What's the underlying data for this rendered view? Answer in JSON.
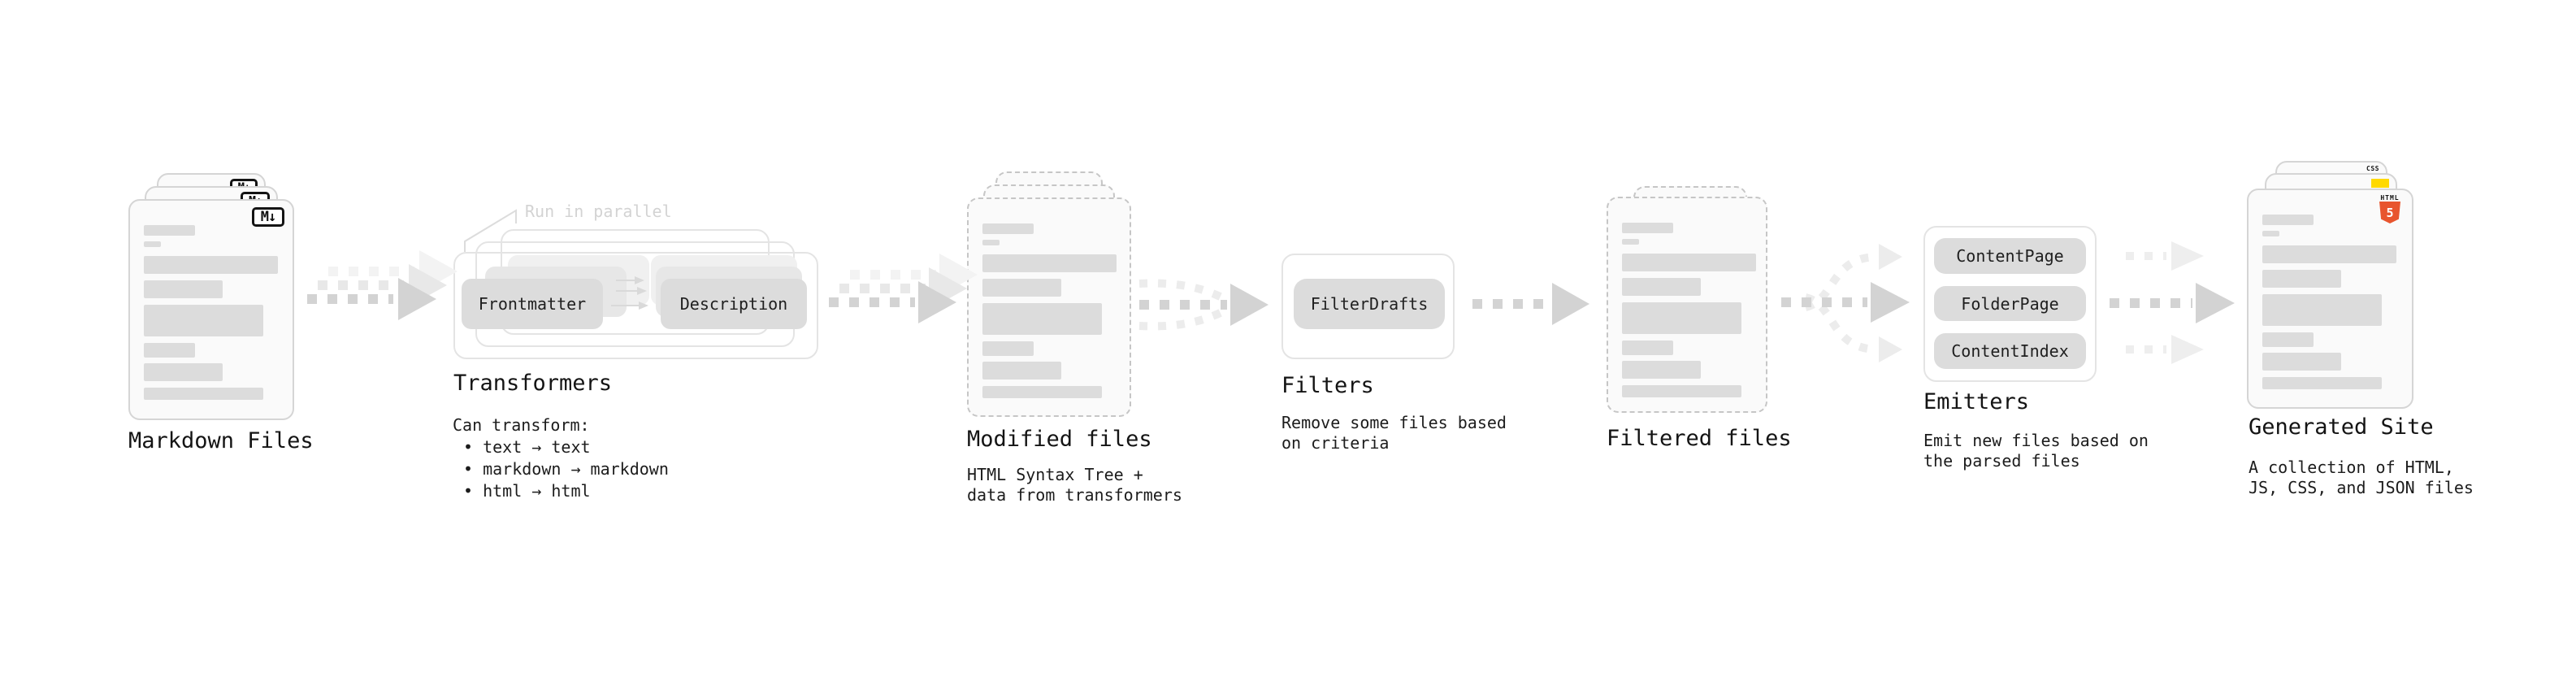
{
  "palette": {
    "background": "#ffffff",
    "card_bg": "#fafafa",
    "card_border": "#d5d5d5",
    "dashed_border": "#c6c6c6",
    "skeleton_bar": "#dcdcdc",
    "box_bg": "#dcdcdc",
    "box_ghost1": "#e7e7e7",
    "box_ghost2": "#f0f0f0",
    "outline_border": "#e4e4e4",
    "arrow_dark": "#d3d3d3",
    "arrow_light": "#ececec",
    "arrow_lighter": "#f3f3f3",
    "heading_text": "#141414",
    "body_text": "#1c1c1c",
    "note_text": "#d3d3d3",
    "html5_orange": "#e8552e",
    "js_yellow": "#ffd900",
    "css_blue": "#2b6cf0"
  },
  "markdown": {
    "label": "Markdown Files",
    "icon": "M↓"
  },
  "transformers": {
    "heading": "Transformers",
    "note": "Run in parallel",
    "boxes": [
      "Frontmatter",
      "Description"
    ],
    "desc_title": "Can transform:",
    "bullets": [
      "• text → text",
      "• markdown → markdown",
      "• html → html"
    ]
  },
  "modified": {
    "heading": "Modified files",
    "sub": [
      "HTML Syntax Tree +",
      "data from transformers"
    ]
  },
  "filters": {
    "heading": "Filters",
    "box": "FilterDrafts",
    "sub": [
      "Remove some files based",
      "on criteria"
    ]
  },
  "filtered": {
    "heading": "Filtered files"
  },
  "emitters": {
    "heading": "Emitters",
    "pills": [
      "ContentPage",
      "FolderPage",
      "ContentIndex"
    ],
    "sub": [
      "Emit new files based on",
      "the parsed files"
    ]
  },
  "generated": {
    "heading": "Generated Site",
    "sub": [
      "A collection of HTML,",
      "JS, CSS, and JSON files"
    ],
    "icons": {
      "html_label": "HTML",
      "html_number": "5",
      "css_label": "CSS"
    }
  },
  "doc_bars": [
    [
      30,
      13,
      63
    ],
    [
      50,
      7,
      21
    ],
    [
      68,
      22,
      165
    ],
    [
      98,
      22,
      97
    ],
    [
      128,
      39,
      147
    ],
    [
      175,
      18,
      63
    ],
    [
      200,
      22,
      97
    ],
    [
      230,
      15,
      147
    ]
  ]
}
